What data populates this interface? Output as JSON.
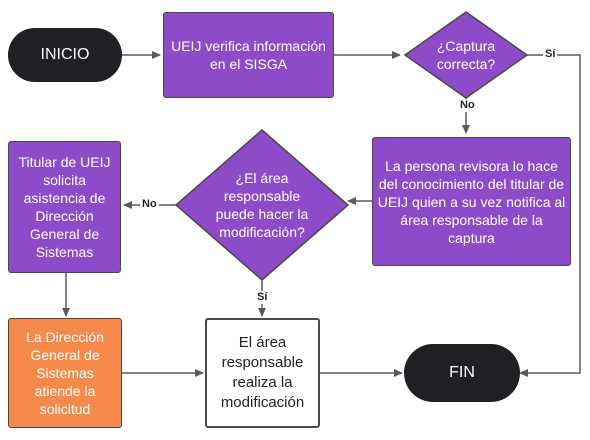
{
  "nodes": {
    "inicio": "INICIO",
    "verifica": "UEIJ verifica información en el SISGA",
    "captura_q": "¿Captura correcta?",
    "revisora": "La persona revisora lo hace del conocimiento del titular de UEIJ quien a su vez notifica  al área responsable de la captura",
    "area_q": "¿El área responsable puede hacer la modificación?",
    "titular": "Titular de UEIJ solicita asistencia de Dirección General de Sistemas",
    "dgs": "La Dirección General de Sistemas atiende la solicitud",
    "area_mod": "El área responsable realiza la modificación",
    "fin": "FIN"
  },
  "edge_labels": {
    "captura_si": "Sí",
    "captura_no": "No",
    "area_no": "No",
    "area_si": "Sí"
  },
  "colors": {
    "terminal": "#1f1f24",
    "process": "#8e4bc9",
    "highlight": "#f7894a",
    "neutral": "#ffffff",
    "line": "#5a5a5a"
  }
}
